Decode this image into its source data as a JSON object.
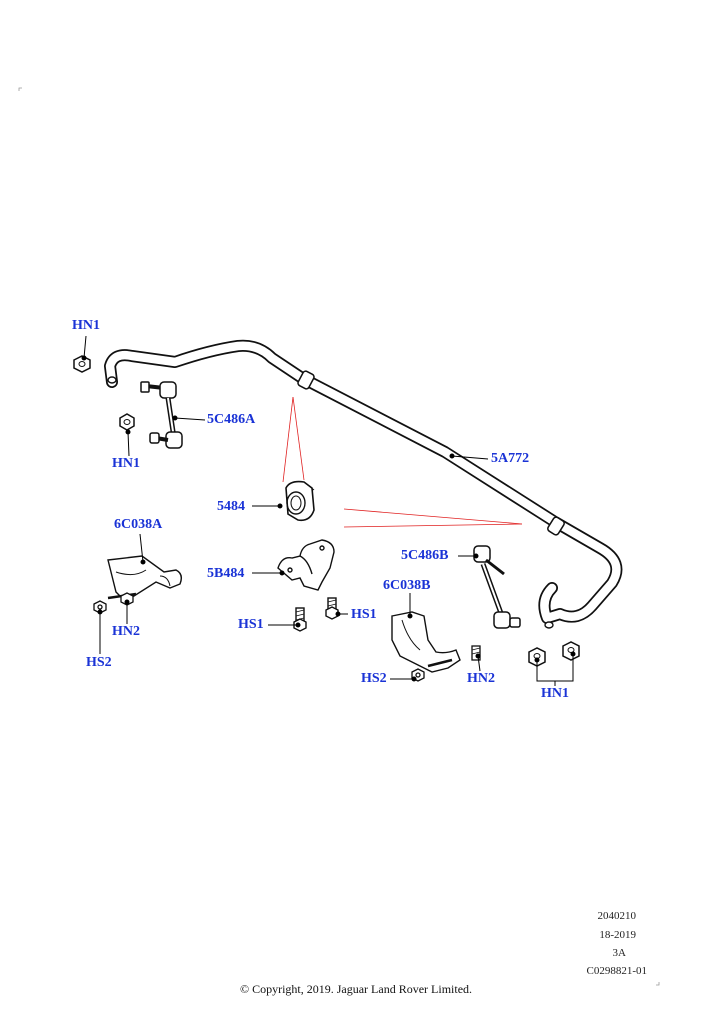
{
  "callouts": {
    "hn1_top": "HN1",
    "hn1_left": "HN1",
    "link_left": "5C486A",
    "bar": "5A772",
    "bushing": "5484",
    "bracket_left": "6C038A",
    "clamp": "5B484",
    "hn2_left": "HN2",
    "hs2_left": "HS2",
    "hs1_left": "HS1",
    "hs1_right": "HS1",
    "link_right": "5C486B",
    "bracket_right": "6C038B",
    "hs2_right": "HS2",
    "hn2_right": "HN2",
    "hn1_right": "HN1"
  },
  "meta": {
    "line1": "2040210",
    "line2": "18-2019",
    "line3": "3A",
    "line4": "C0298821-01"
  },
  "copyright": "© Copyright, 2019. Jaguar Land Rover Limited.",
  "colors": {
    "callout": "#1a33d6",
    "leader": "#000000",
    "hint": "#e02020"
  }
}
